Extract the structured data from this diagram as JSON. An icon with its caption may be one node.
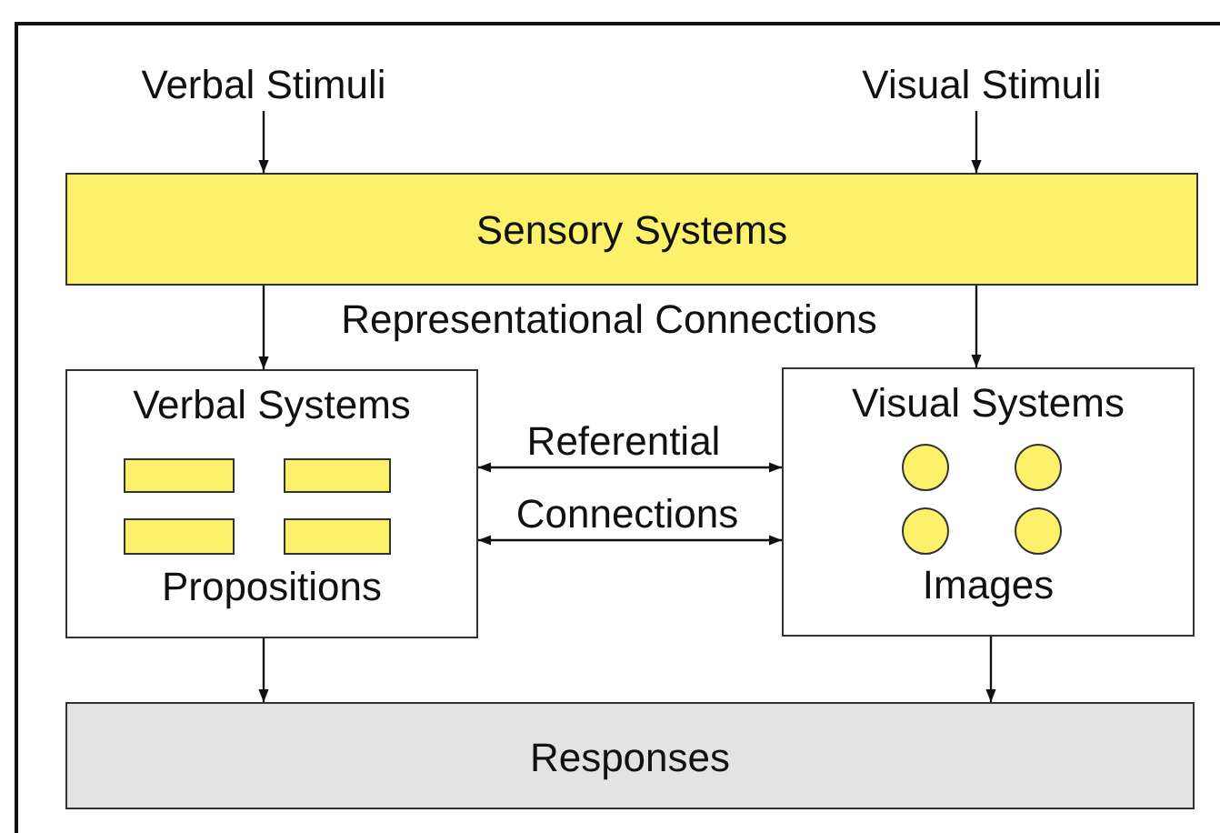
{
  "diagram": {
    "nodes": [
      {
        "text": [
          "Verbal Stimuli"
        ]
      },
      {
        "text": [
          "Visual Stimuli"
        ]
      },
      {
        "text": [
          "Sensory Systems"
        ]
      },
      {
        "text": [
          "Verbal Systems",
          "Propositions"
        ]
      },
      {
        "text": [],
        "shape": "box",
        "in": 3
      },
      {
        "text": [],
        "shape": "box",
        "in": 3
      },
      {
        "text": [],
        "shape": "box",
        "in": 3
      },
      {
        "text": [],
        "shape": "box",
        "in": 3
      },
      {
        "text": [
          "Visual Systems",
          "Images"
        ]
      },
      {
        "text": [],
        "shape": "circle",
        "in": 8
      },
      {
        "text": [],
        "shape": "circle",
        "in": 8
      },
      {
        "text": [],
        "shape": "circle",
        "in": 8
      },
      {
        "text": [],
        "shape": "circle",
        "in": 8
      },
      {
        "text": [
          "Responses"
        ]
      }
    ],
    "edges": [
      {
        "from": 0,
        "to": 2,
        "arrow": "to"
      },
      {
        "from": 1,
        "to": 2,
        "arrow": "to"
      },
      {
        "from": 2,
        "to": 3,
        "arrow": "to"
      },
      {
        "from": 2,
        "to": 8,
        "arrow": "to"
      },
      {
        "from": 3,
        "to": 8,
        "arrow": "both"
      },
      {
        "from": 3,
        "to": 8,
        "arrow": "both"
      },
      {
        "from": 3,
        "to": 13,
        "arrow": "to"
      },
      {
        "from": 8,
        "to": 13,
        "arrow": "to"
      }
    ],
    "labels": [
      "Representational Connections",
      "Referential",
      "Connections"
    ]
  }
}
